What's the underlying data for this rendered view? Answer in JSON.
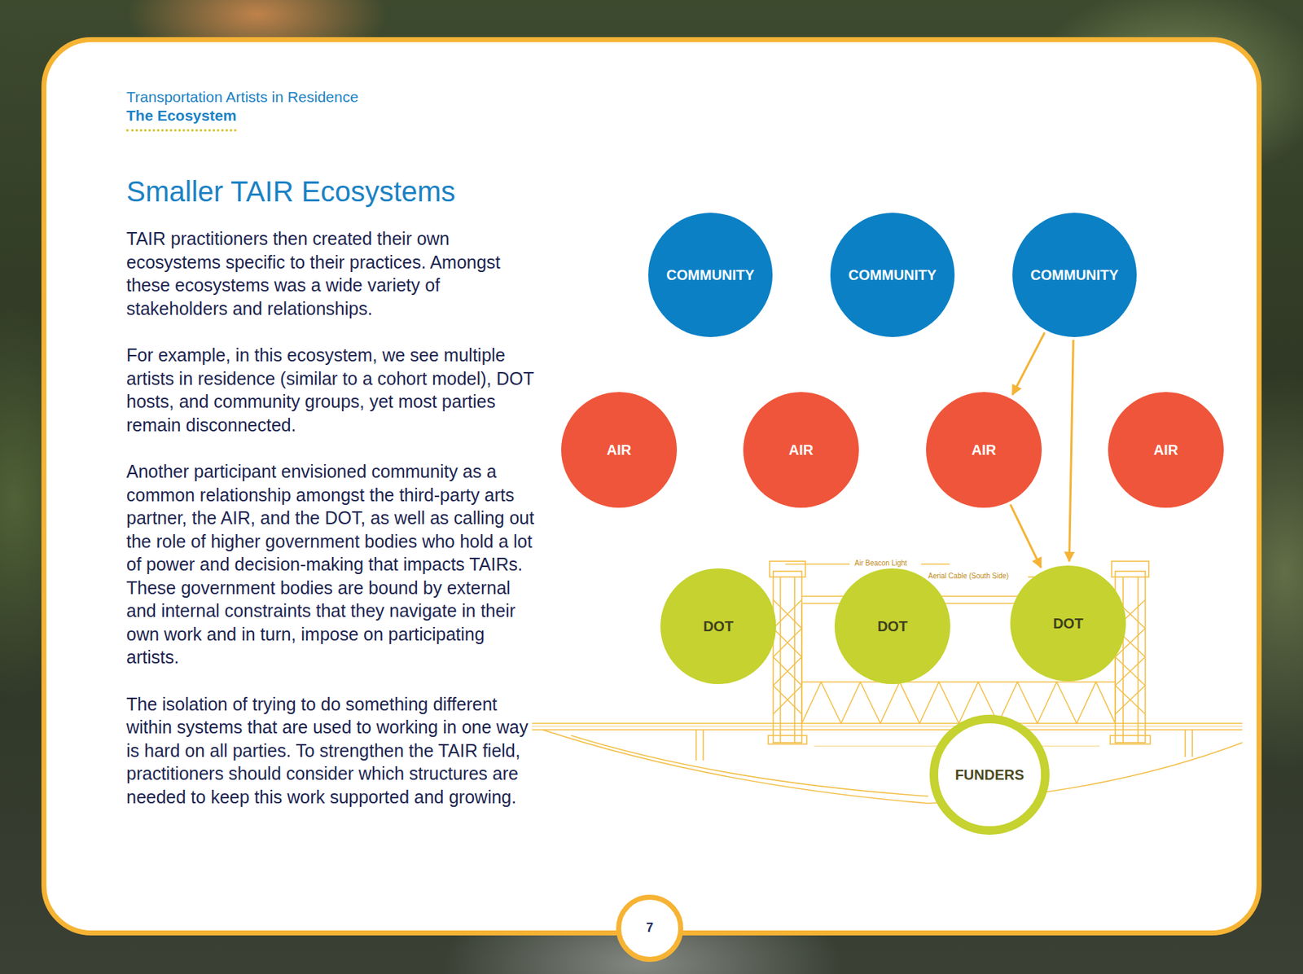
{
  "diagram": {
    "title": "Smaller TAIR Ecosystems",
    "nodes": [
      {
        "text": [
          "COMMUNITY"
        ]
      },
      {
        "text": [
          "COMMUNITY"
        ]
      },
      {
        "text": [
          "COMMUNITY"
        ]
      },
      {
        "text": [
          "AIR"
        ]
      },
      {
        "text": [
          "AIR"
        ]
      },
      {
        "text": [
          "AIR"
        ]
      },
      {
        "text": [
          "AIR"
        ]
      },
      {
        "text": [
          "DOT"
        ]
      },
      {
        "text": [
          "DOT"
        ]
      },
      {
        "text": [
          "DOT"
        ]
      },
      {
        "text": [
          "FUNDERS"
        ]
      },
      {
        "text": [
          "7"
        ]
      }
    ],
    "edges": [
      {
        "from": 2,
        "to": 5,
        "arrow": "to"
      },
      {
        "from": 2,
        "to": 9,
        "arrow": "to"
      },
      {
        "from": 5,
        "to": 9,
        "arrow": "to"
      }
    ],
    "labels": [
      "Transportation Artists in Residence",
      "The Ecosystem",
      "TAIR practitioners then created their own ecosystems specific to their practices. Amongst these ecosystems was a wide variety of stakeholders and relationships.",
      "For example, in this ecosystem, we see multiple artists in residence (similar to a cohort model), DOT hosts, and community groups, yet most parties remain disconnected.",
      "Another participant envisioned community as a common relationship amongst the third-party arts partner, the AIR, and the DOT, as well as calling out the role of higher government bodies who hold a lot of power and decision-making that impacts TAIRs. These government bodies are bound by external and internal constraints that they navigate in their own work and in turn, impose on participating artists.",
      "The isolation of trying to do something different within systems that are used to working in one way is hard on all parties. To strengthen the TAIR field, practitioners should consider which structures are needed to keep this work supported and growing.",
      "Air Beacon Light",
      "Aerial Cable (South Side)"
    ]
  }
}
